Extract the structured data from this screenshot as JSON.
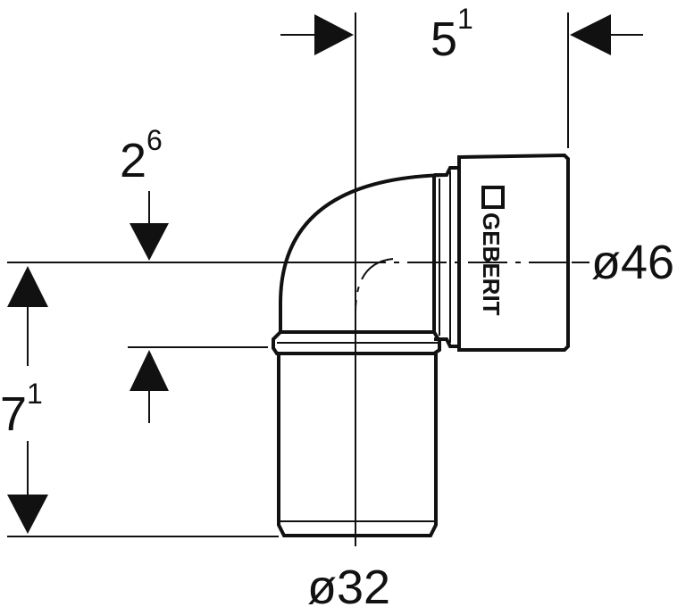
{
  "dimensions": {
    "top_width": {
      "base": "5",
      "sup": "1"
    },
    "bend_offset": {
      "base": "2",
      "sup": "6"
    },
    "height": {
      "base": "7",
      "sup": "1"
    },
    "outlet_diameter": "ø46",
    "inlet_diameter": "ø32"
  },
  "brand": {
    "name": "GEBERIT"
  },
  "colors": {
    "line": "#111111",
    "background": "#ffffff"
  }
}
